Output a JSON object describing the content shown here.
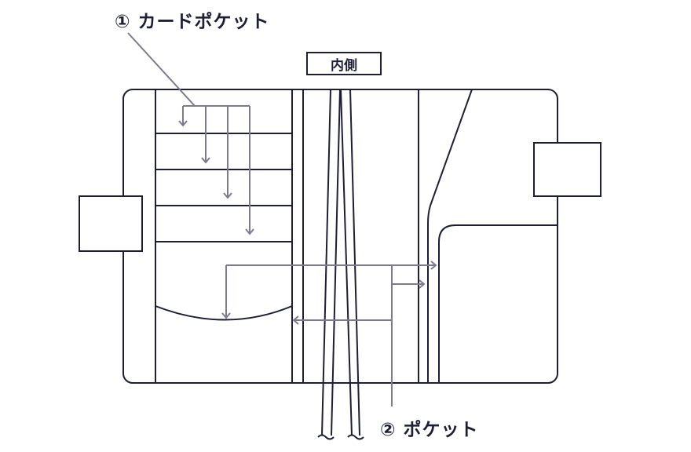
{
  "labels": {
    "card_pocket": "① カードポケット",
    "pocket": "② ポケット",
    "inside": "内側"
  },
  "colors": {
    "outline": "#1e1e35",
    "leader": "#7c7a8c"
  }
}
